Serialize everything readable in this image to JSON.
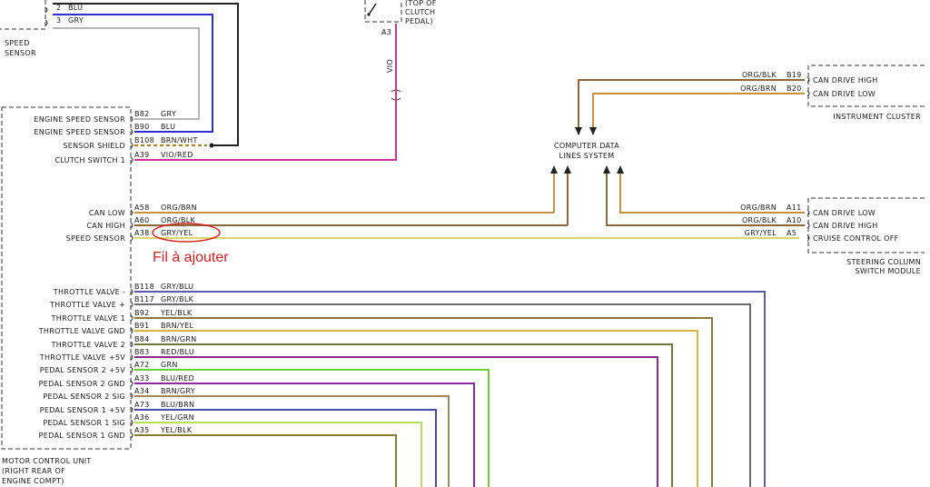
{
  "speed_sensor": {
    "name_lines": [
      "SPEED",
      "SENSOR"
    ],
    "pins": [
      {
        "num": "2",
        "color_code": "BLU"
      },
      {
        "num": "3",
        "color_code": "GRY"
      }
    ]
  },
  "clutch_switch": {
    "name_lines": [
      "(TOP OF",
      "CLUTCH",
      "PEDAL)"
    ],
    "pin": "A3",
    "wire": "VIO"
  },
  "pcm": {
    "name_lines": [
      "MOTOR CONTROL UNIT",
      "(RIGHT REAR OF",
      "ENGINE COMPT)"
    ],
    "pins_top": [
      {
        "label": "ENGINE SPEED SENSOR",
        "pin": "B82",
        "wire": "GRY",
        "color": "#b5b5b5"
      },
      {
        "label": "ENGINE SPEED SENSOR",
        "pin": "B90",
        "wire": "BLU",
        "color": "#2d2dd2"
      },
      {
        "label": "SENSOR SHIELD",
        "pin": "B108",
        "wire": "BRN/WHT",
        "color": "#b07a2a"
      },
      {
        "label": "CLUTCH SWITCH 1",
        "pin": "A39",
        "wire": "VIO/RED",
        "color": "#d1309a"
      }
    ],
    "pins_mid": [
      {
        "label": "CAN LOW",
        "pin": "A58",
        "wire": "ORG/BRN",
        "color": "#c8913a"
      },
      {
        "label": "CAN HIGH",
        "pin": "A60",
        "wire": "ORG/BLK",
        "color": "#8a6a3e"
      },
      {
        "label": "SPEED SENSOR",
        "pin": "A38",
        "wire": "GRY/YEL",
        "color": "#d8d86a"
      }
    ],
    "pins_bottom": [
      {
        "label": "THROTTLE VALVE -",
        "pin": "B118",
        "wire": "GRY/BLU",
        "color": "#5a5ab0"
      },
      {
        "label": "THROTTLE VALVE +",
        "pin": "B117",
        "wire": "GRY/BLK",
        "color": "#6c6c6c"
      },
      {
        "label": "THROTTLE VALVE 1",
        "pin": "B92",
        "wire": "YEL/BLK",
        "color": "#8c7a3a"
      },
      {
        "label": "THROTTLE VALVE GND",
        "pin": "B91",
        "wire": "BRN/YEL",
        "color": "#d7b43a"
      },
      {
        "label": "THROTTLE VALVE 2",
        "pin": "B84",
        "wire": "BRN/GRN",
        "color": "#6a7a3a"
      },
      {
        "label": "THROTTLE VALVE +5V",
        "pin": "B83",
        "wire": "RED/BLU",
        "color": "#8a2a8a"
      },
      {
        "label": "PEDAL SENSOR 2 +5V",
        "pin": "A72",
        "wire": "GRN",
        "color": "#6ad13a"
      },
      {
        "label": "PEDAL SENSOR 2 GND",
        "pin": "A33",
        "wire": "BLU/RED",
        "color": "#8a2aa0"
      },
      {
        "label": "PEDAL SENSOR 2 SIG",
        "pin": "A34",
        "wire": "BRN/GRY",
        "color": "#a8885a"
      },
      {
        "label": "PEDAL SENSOR 1 +5V",
        "pin": "A73",
        "wire": "BLU/BRN",
        "color": "#4a4ab0"
      },
      {
        "label": "PEDAL SENSOR 1 SIG",
        "pin": "A36",
        "wire": "YEL/GRN",
        "color": "#b6e05a"
      },
      {
        "label": "PEDAL SENSOR 1 GND",
        "pin": "A35",
        "wire": "YEL/BLK",
        "color": "#8a7a2a"
      }
    ]
  },
  "data_bus": {
    "name_lines": [
      "COMPUTER DATA",
      "LINES SYSTEM"
    ]
  },
  "instrument_cluster": {
    "name": "INSTRUMENT CLUSTER",
    "pins": [
      {
        "wire": "ORG/BLK",
        "pin": "B19",
        "label": "CAN DRIVE HIGH",
        "color": "#8a6a3e"
      },
      {
        "wire": "ORG/BRN",
        "pin": "B20",
        "label": "CAN DRIVE LOW",
        "color": "#c8913a"
      }
    ]
  },
  "steering_module": {
    "name_lines": [
      "STEERING COLUMN",
      "SWITCH MODULE"
    ],
    "pins": [
      {
        "wire": "ORG/BRN",
        "pin": "A11",
        "label": "CAN DRIVE LOW",
        "color": "#c8913a"
      },
      {
        "wire": "ORG/BLK",
        "pin": "A10",
        "label": "CAN DRIVE HIGH",
        "color": "#8a6a3e"
      },
      {
        "wire": "GRY/YEL",
        "pin": "A5",
        "label": "CRUISE CONTROL OFF",
        "color": "#d8d86a"
      }
    ]
  },
  "annotation": {
    "text": "Fil à ajouter",
    "color": "#d42020"
  }
}
